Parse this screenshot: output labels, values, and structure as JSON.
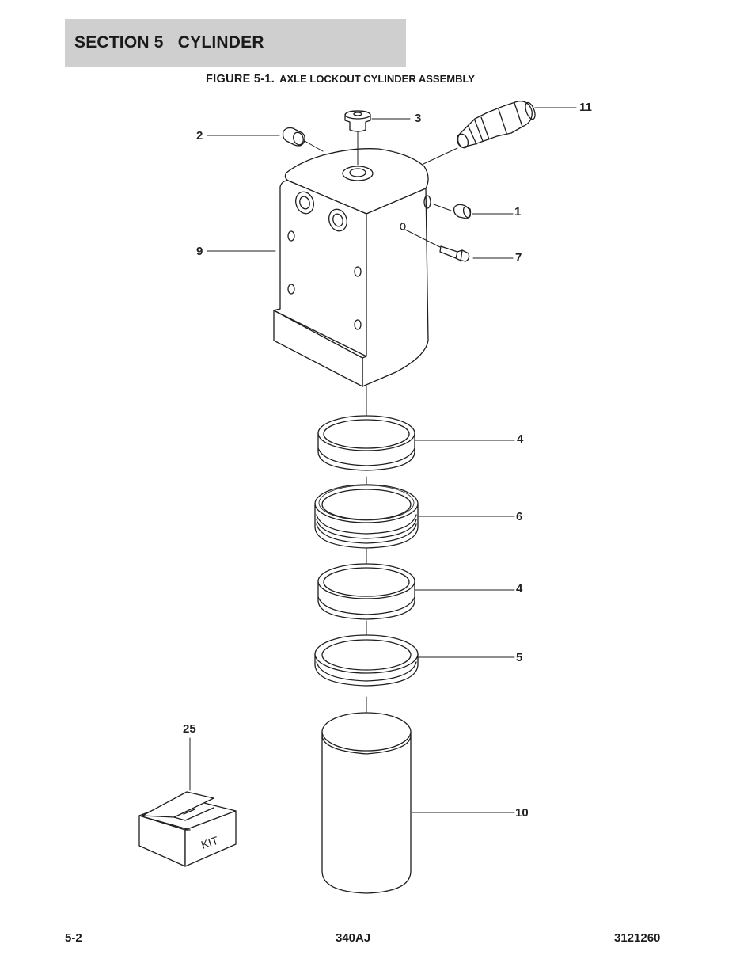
{
  "header": {
    "section": "SECTION 5   CYLINDER"
  },
  "figure": {
    "label": "FIGURE 5-1.",
    "title": "AXLE LOCKOUT CYLINDER ASSEMBLY"
  },
  "callouts": {
    "c1": "1",
    "c2": "2",
    "c3": "3",
    "c4a": "4",
    "c4b": "4",
    "c5": "5",
    "c6": "6",
    "c7": "7",
    "c9": "9",
    "c10": "10",
    "c11": "11",
    "c25": "25"
  },
  "kit_label": "KIT",
  "footer": {
    "page": "5-2",
    "model": "340AJ",
    "doc_number": "3121260"
  }
}
